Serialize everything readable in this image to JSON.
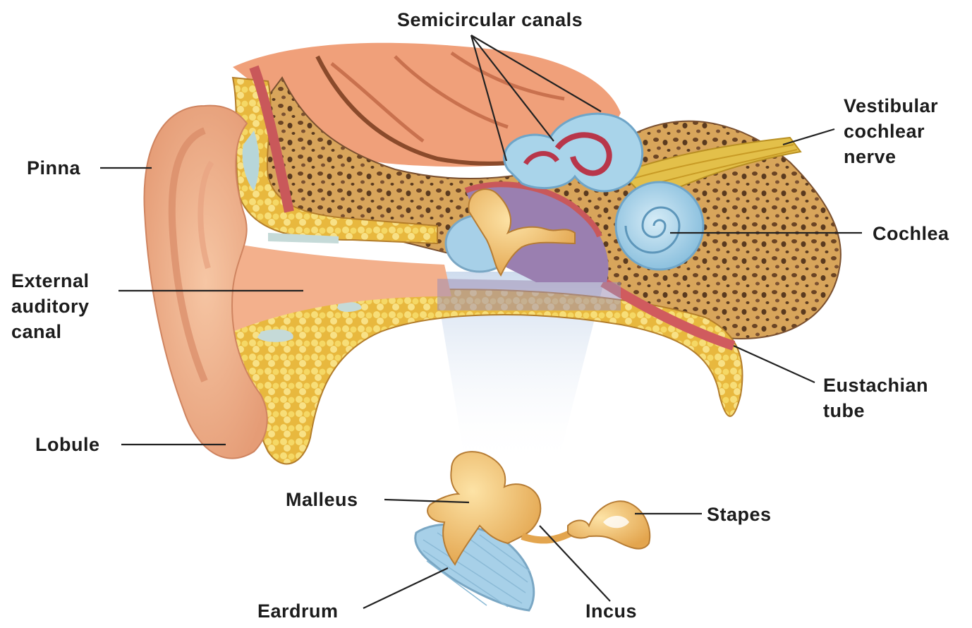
{
  "labels": {
    "semicircular_canals": "Semicircular canals",
    "vestibular_cochlear_nerve": "Vestibular\ncochlear\nnerve",
    "pinna": "Pinna",
    "cochlea": "Cochlea",
    "external_auditory_canal": "External\nauditory\ncanal",
    "eustachian_tube": "Eustachian\ntube",
    "lobule": "Lobule",
    "malleus": "Malleus",
    "stapes": "Stapes",
    "eardrum": "Eardrum",
    "incus": "Incus"
  },
  "colors": {
    "skin": "#f1b48f",
    "skin_shadow": "#d98a66",
    "bone": "#d8a55b",
    "bone_pores": "#5a3a1f",
    "fat": "#f2cf55",
    "brain": "#f0a07a",
    "inner_ear": "#a9d4ea",
    "ossicle": "#f5c879",
    "membrane": "#a7d0e8",
    "nerve": "#e3c04a",
    "cavity": "#9a7fb0",
    "leader_line": "#222222"
  }
}
